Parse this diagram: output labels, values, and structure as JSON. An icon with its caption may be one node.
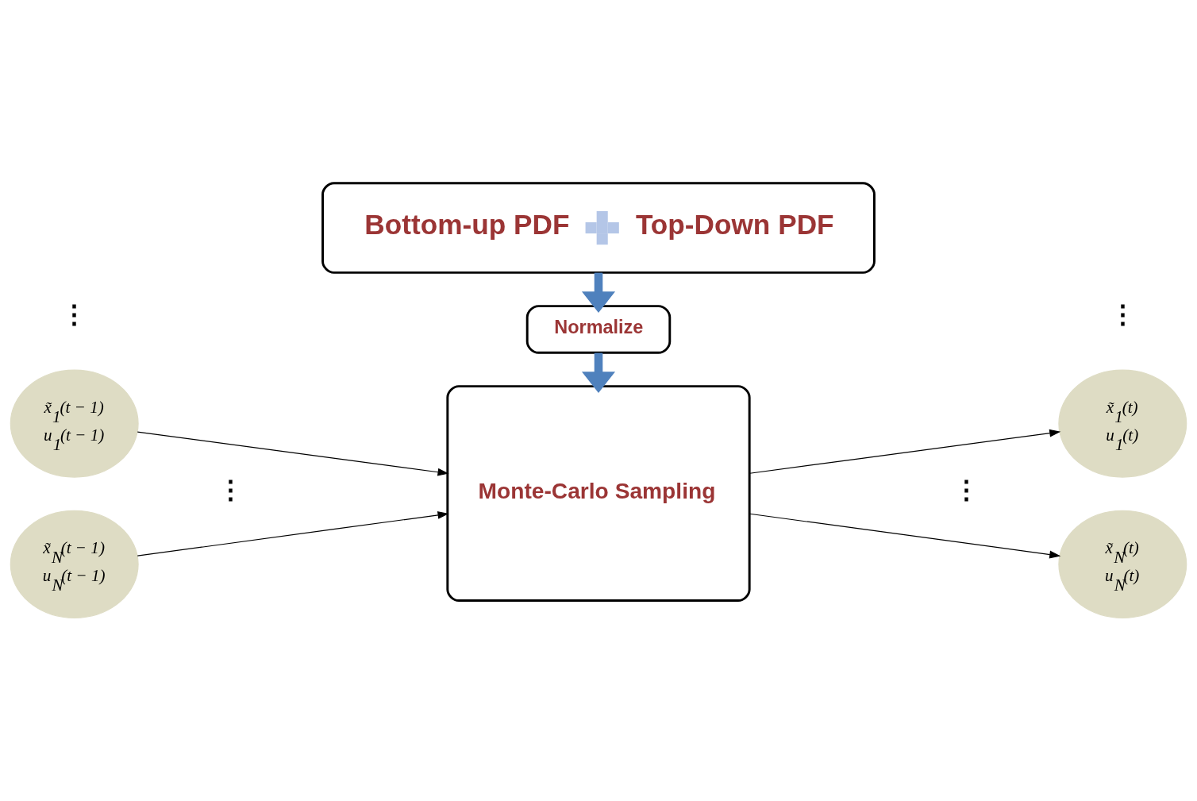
{
  "diagram": {
    "nodes": [
      {
        "text": [
          "Bottom-up PDF",
          "Top-Down PDF"
        ]
      },
      {
        "text": [
          "Normalize"
        ]
      },
      {
        "text": [
          "Monte-Carlo Sampling"
        ]
      },
      {
        "text": [
          "x̃$_{1}$(t − 1)",
          "u$_{1}$(t − 1)"
        ]
      },
      {
        "text": [
          "x̃$_{N}$(t − 1)",
          "u$_{N}$(t − 1)"
        ]
      },
      {
        "text": [
          "x̃$_{1}$(t)",
          "u$_{1}$(t)"
        ]
      },
      {
        "text": [
          "x̃$_{N}$(t)",
          "u$_{N}$(t)"
        ]
      }
    ],
    "edges": [
      {
        "from": 0,
        "to": 1,
        "arrow": "to",
        "style": "thick",
        "color": "#4f81bd"
      },
      {
        "from": 1,
        "to": 2,
        "arrow": "to",
        "style": "thick",
        "color": "#4f81bd"
      },
      {
        "from": 3,
        "to": 2,
        "arrow": "to"
      },
      {
        "from": 4,
        "to": 2,
        "arrow": "to"
      },
      {
        "from": 2,
        "to": 5,
        "arrow": "to"
      },
      {
        "from": 2,
        "to": 6,
        "arrow": "to"
      }
    ],
    "labels": [
      "⋮",
      "⋮",
      "⋮",
      "⋮"
    ]
  }
}
